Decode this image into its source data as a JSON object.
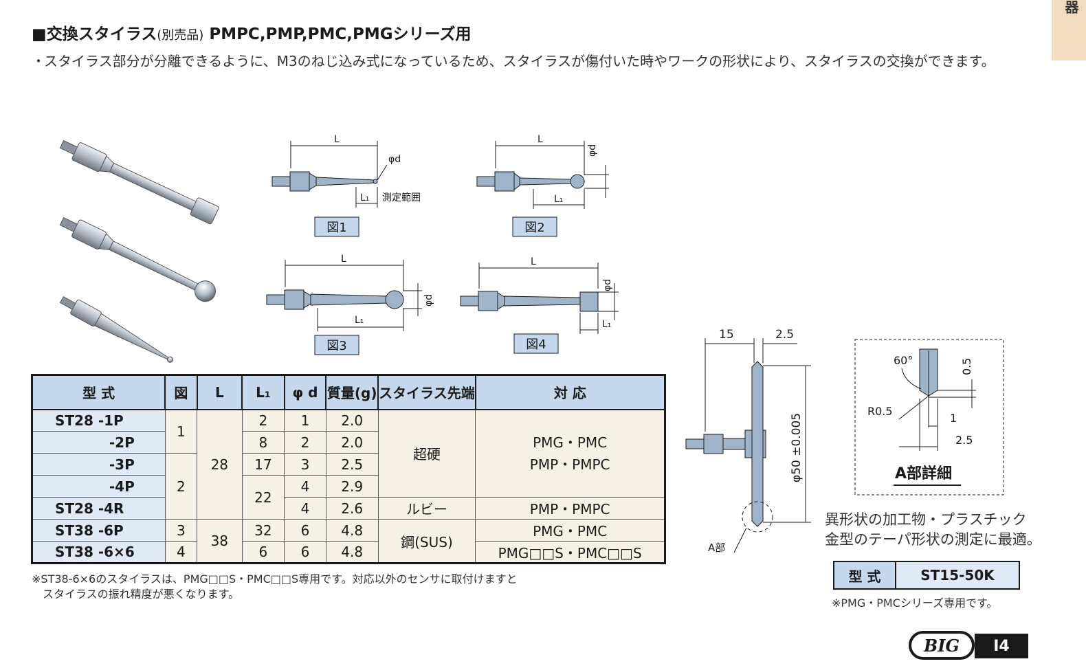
{
  "side_tab": "器",
  "heading": {
    "main": "■交換スタイラス",
    "sub": "(別売品)",
    "rest": " PMPC,PMP,PMC,PMGシリーズ用"
  },
  "description": {
    "bullet": "・",
    "text": "スタイラス部分が分離できるように、M3のねじ込み式になっているため、スタイラスが傷付いた時やワークの形状により、スタイラスの交換ができます。"
  },
  "figures": {
    "fig1": "図1",
    "fig2": "図2",
    "fig3": "図3",
    "fig4": "図4",
    "dim_L": "L",
    "dim_L1": "L₁",
    "dim_d": "φd",
    "measure_range": "測定範囲"
  },
  "table": {
    "headers": [
      "型 式",
      "図",
      "L",
      "L₁",
      "φ d",
      "質量(g)",
      "スタイラス先端",
      "対 応"
    ],
    "models": [
      "ST28 -1P",
      "-2P",
      "-3P",
      "-4P",
      "ST28 -4R",
      "ST38 -6P",
      "ST38 -6×6"
    ],
    "fig": [
      "1",
      "2",
      "3",
      "4"
    ],
    "L": [
      "28",
      "38"
    ],
    "L1": [
      "2",
      "8",
      "17",
      "22",
      "32",
      "6"
    ],
    "d": [
      "1",
      "2",
      "3",
      "4",
      "4",
      "6",
      "6"
    ],
    "mass": [
      "2.0",
      "2.0",
      "2.5",
      "2.9",
      "2.6",
      "4.8",
      "4.8"
    ],
    "tip": [
      "超硬",
      "ルビー",
      "鋼(SUS)"
    ],
    "compat": {
      "g1_line1": "PMG・PMC",
      "g1_line2": "PMP・PMPC",
      "g2": "PMP・PMPC",
      "g3": "PMG・PMC",
      "g4": "PMG□□S・PMC□□S"
    }
  },
  "note": {
    "line1": "※ST38-6×6のスタイラスは、PMG□□S・PMC□□S専用です。対応以外のセンサに取付けますと",
    "line2": "スタイラスの振れ精度が悪くなります。"
  },
  "disk_drawing": {
    "dim_15": "15",
    "dim_25": "2.5",
    "dim_phi": "φ50 ±0.005",
    "part_a": "A部"
  },
  "detail": {
    "angle": "60°",
    "dim_05": "0.5",
    "radius": "R0.5",
    "dim_1": "1",
    "dim_25": "2.5",
    "title": "A部詳細"
  },
  "description2": {
    "line1": "異形状の加工物・プラスチック",
    "line2": "金型のテーパ形状の測定に最適。"
  },
  "mini_table": {
    "header": "型 式",
    "value": "ST15-50K"
  },
  "mini_note": "※PMG・PMCシリーズ専用です。",
  "logo": "BIG",
  "page_no": "I4",
  "colors": {
    "header_fill": "#c5d8ee",
    "cell_fill": "#f5f1e5",
    "model_fill": "#dfeaf6",
    "stylus_fill": "#9fb4c8",
    "side_tab": "#f2dcc0"
  }
}
